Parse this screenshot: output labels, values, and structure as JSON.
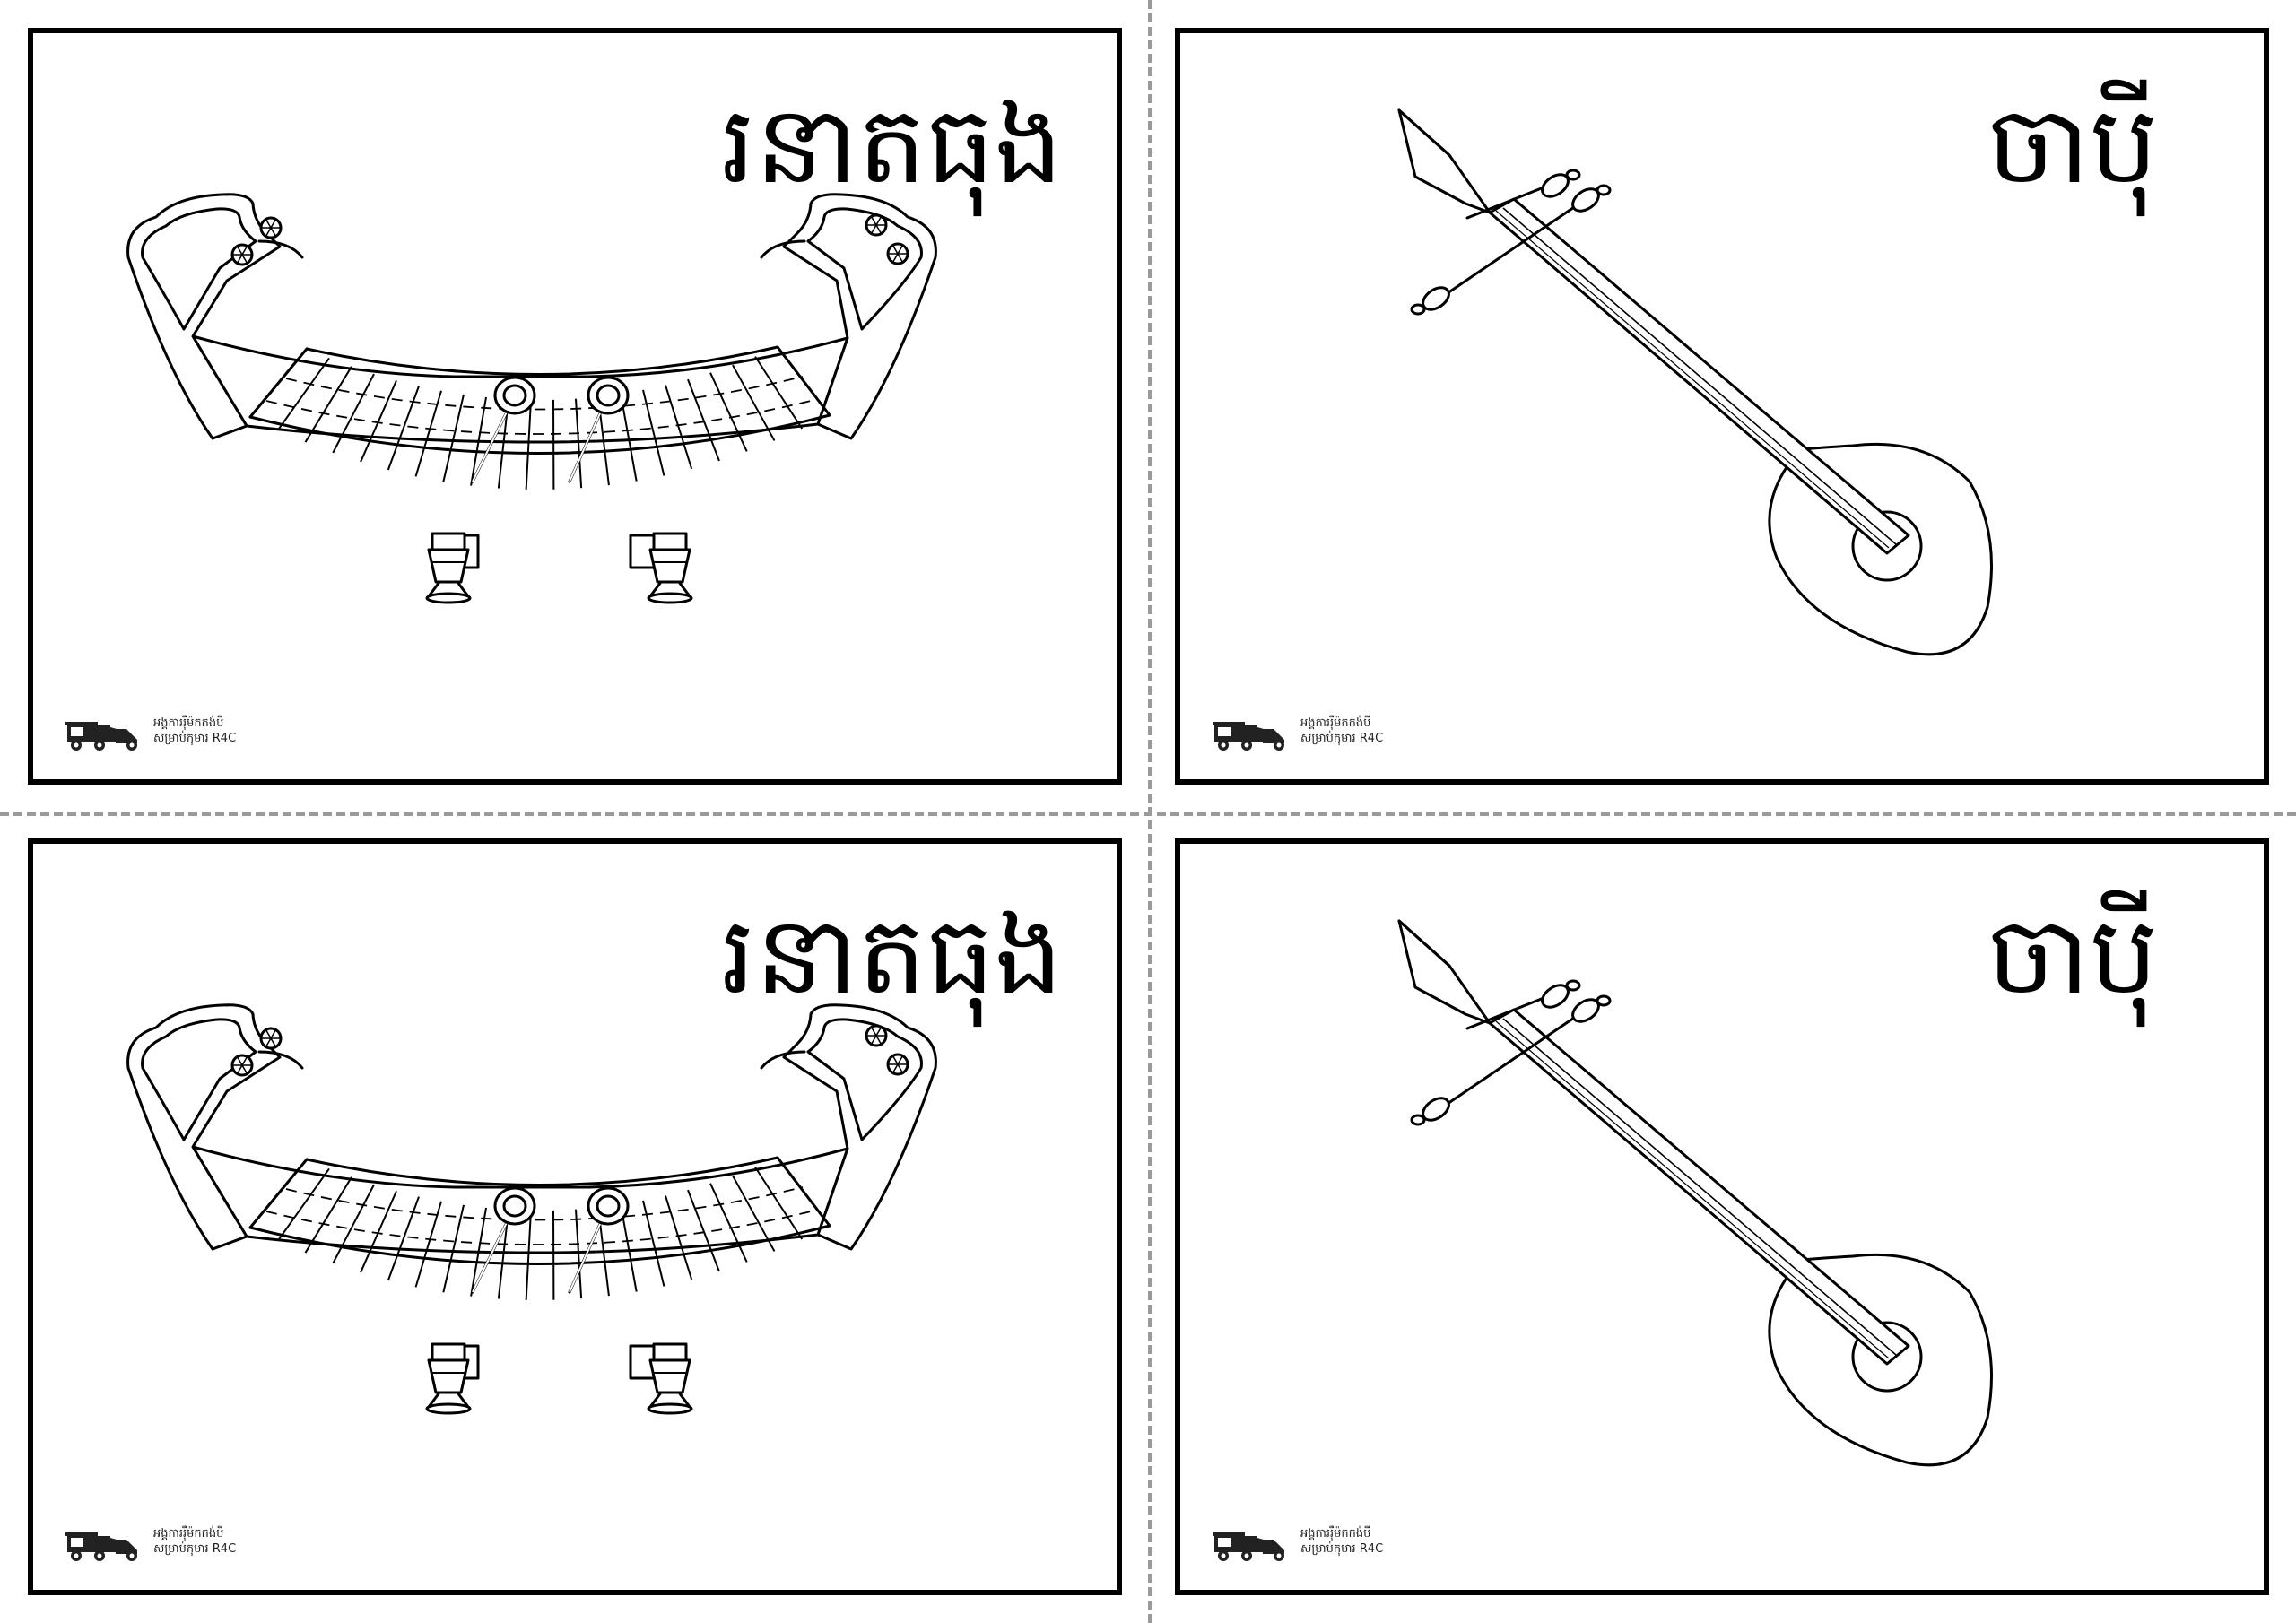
{
  "cards": [
    {
      "title": "រនាតធុង",
      "instrument": "roneat-thung-xylophone"
    },
    {
      "title": "ចាប៉ី",
      "instrument": "chapei-lute"
    },
    {
      "title": "រនាតធុង",
      "instrument": "roneat-thung-xylophone"
    },
    {
      "title": "ចាប៉ី",
      "instrument": "chapei-lute"
    }
  ],
  "brand": {
    "line1": "អង្គការរ៉ឺម៉កកង់បី",
    "line2": "សម្រាប់កុមារ R4C",
    "icon": "tuk-tuk-logo-icon"
  }
}
